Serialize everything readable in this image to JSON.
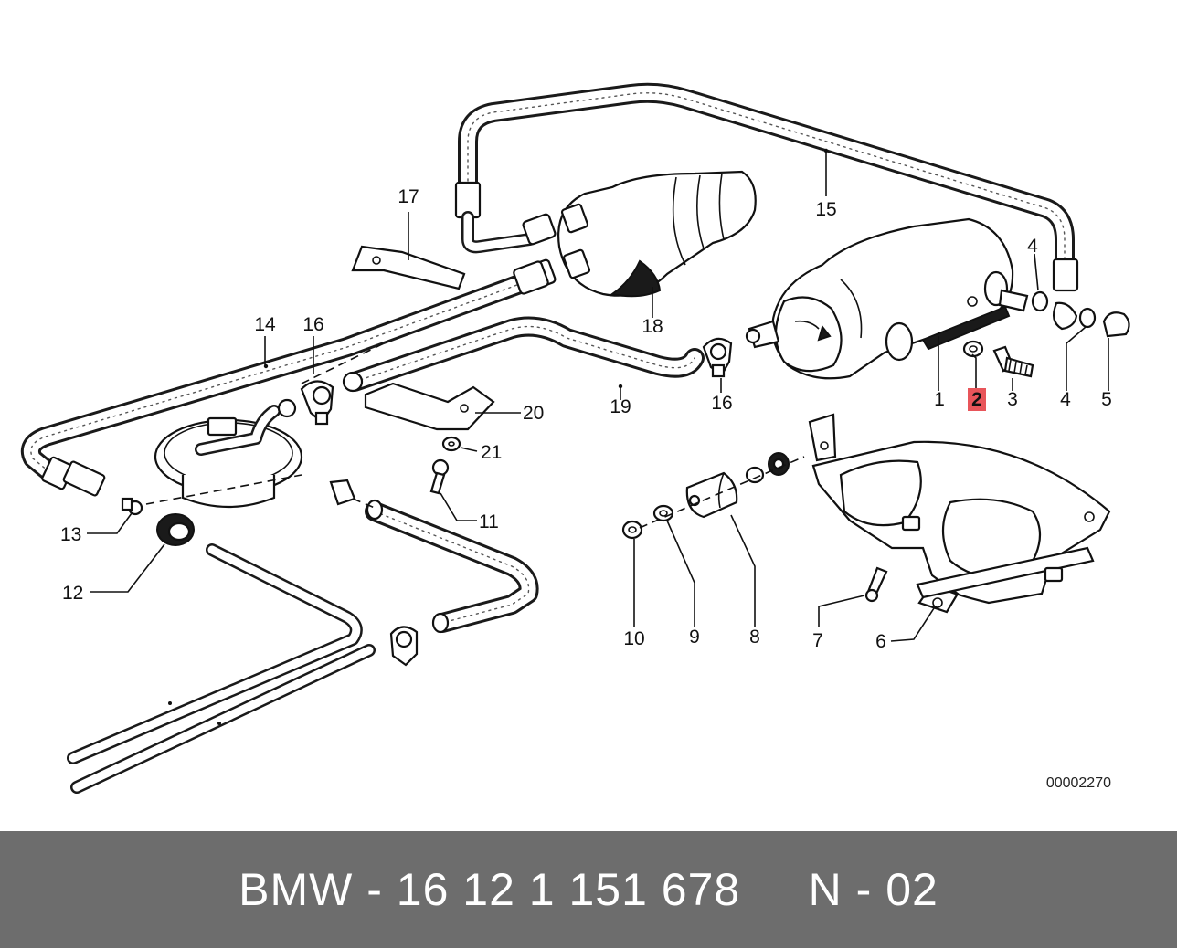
{
  "diagram": {
    "callouts": {
      "c1": "1",
      "c2": "2",
      "c3": "3",
      "c4a": "4",
      "c4b": "4",
      "c5": "5",
      "c6": "6",
      "c7": "7",
      "c8": "8",
      "c9": "9",
      "c10": "10",
      "c11": "11",
      "c12": "12",
      "c13": "13",
      "c14": "14",
      "c15": "15",
      "c16a": "16",
      "c16b": "16",
      "c17": "17",
      "c18": "18",
      "c19": "19",
      "c20": "20",
      "c21": "21"
    },
    "highlight_color": "#e8555a",
    "reference_code": "00002270"
  },
  "footer": {
    "text": "BMW - 16 12 1 151 678     N - 02",
    "background": "#6d6d6d"
  }
}
